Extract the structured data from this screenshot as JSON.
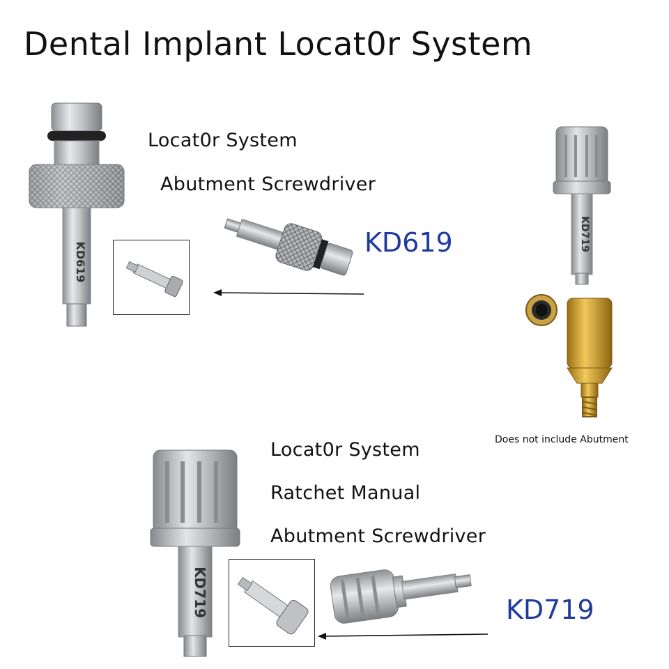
{
  "title": "Dental Implant Locat0r System",
  "kd619": {
    "line1": "Locat0r System",
    "line2": "Abutment Screwdriver",
    "code": "KD619",
    "engraving": "KD619"
  },
  "kd719": {
    "line1": "Locat0r System",
    "line2": "Ratchet Manual",
    "line3": "Abutment Screwdriver",
    "code": "KD719",
    "engraving": "KD719"
  },
  "abutment_note": "Does not include Abutment",
  "colors": {
    "code_text": "#1e3a9c",
    "steel": "#c4c6c9",
    "gold": "#d4a42a"
  }
}
